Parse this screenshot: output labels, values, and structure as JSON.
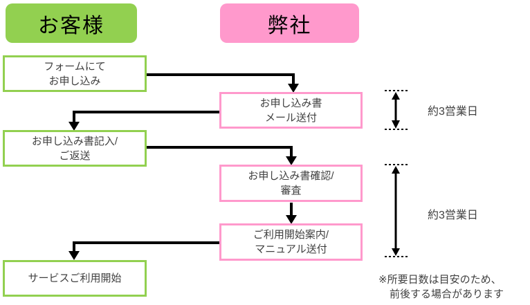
{
  "headers": {
    "customer": {
      "label": "お客様"
    },
    "company": {
      "label": "弊社"
    }
  },
  "steps": {
    "customer1": {
      "lines": [
        "フォームにて",
        "お申し込み"
      ]
    },
    "company1": {
      "lines": [
        "お申し込み書",
        "メール送付"
      ]
    },
    "customer2": {
      "lines": [
        "お申し込み書記入/",
        "ご返送"
      ]
    },
    "company2": {
      "lines": [
        "お申し込み書確認/",
        "審査"
      ]
    },
    "company3": {
      "lines": [
        "ご利用開始案内/",
        "マニュアル送付"
      ]
    },
    "customer3": {
      "lines": [
        "サービスご利用開始"
      ]
    }
  },
  "durations": {
    "first": "約3営業日",
    "second": "約3営業日"
  },
  "note": {
    "line1": "※所要日数は目安のため、",
    "line2": "前後する場合があります"
  },
  "colors": {
    "customer_green": "#92D050",
    "company_pink": "#FF99CC",
    "arrow_black": "#000000",
    "text_gray": "#404040"
  }
}
